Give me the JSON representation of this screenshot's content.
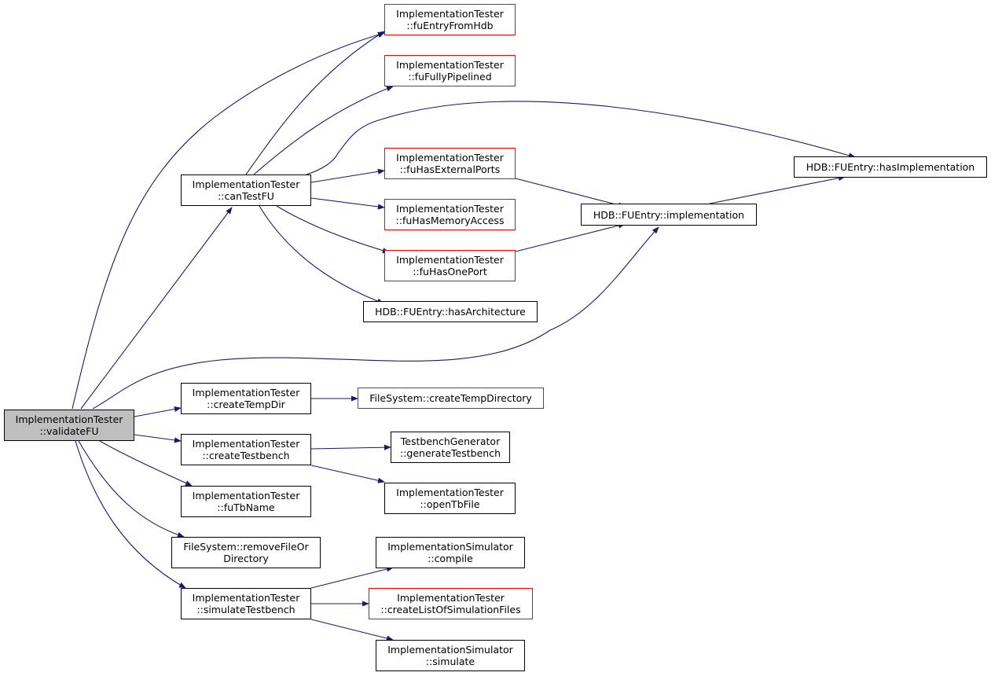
{
  "colors": {
    "edge": "#191970",
    "node_border": "#000000",
    "incomplete_border": "#ff0000",
    "root_fill": "#bfbfbf"
  },
  "nodes": {
    "validateFU": {
      "lines": [
        "ImplementationTester",
        "::validateFU"
      ],
      "style": "root"
    },
    "canTestFU": {
      "lines": [
        "ImplementationTester",
        "::canTestFU"
      ],
      "style": "normal"
    },
    "fuEntryFromHdb": {
      "lines": [
        "ImplementationTester",
        "::fuEntryFromHdb"
      ],
      "style": "red"
    },
    "fuFullyPipelined": {
      "lines": [
        "ImplementationTester",
        "::fuFullyPipelined"
      ],
      "style": "red"
    },
    "fuHasExternalPorts": {
      "lines": [
        "ImplementationTester",
        "::fuHasExternalPorts"
      ],
      "style": "red"
    },
    "fuHasMemoryAccess": {
      "lines": [
        "ImplementationTester",
        "::fuHasMemoryAccess"
      ],
      "style": "red"
    },
    "fuHasOnePort": {
      "lines": [
        "ImplementationTester",
        "::fuHasOnePort"
      ],
      "style": "red"
    },
    "hasArchitecture": {
      "lines": [
        "HDB::FUEntry::hasArchitecture"
      ],
      "style": "normal"
    },
    "hasImplementation": {
      "lines": [
        "HDB::FUEntry::hasImplementation"
      ],
      "style": "normal"
    },
    "implementation": {
      "lines": [
        "HDB::FUEntry::implementation"
      ],
      "style": "normal"
    },
    "createTempDir": {
      "lines": [
        "ImplementationTester",
        "::createTempDir"
      ],
      "style": "normal"
    },
    "createTempDirectory": {
      "lines": [
        "FileSystem::createTempDirectory"
      ],
      "style": "red"
    },
    "createTestbench": {
      "lines": [
        "ImplementationTester",
        "::createTestbench"
      ],
      "style": "normal"
    },
    "generateTestbench": {
      "lines": [
        "TestbenchGenerator",
        "::generateTestbench"
      ],
      "style": "normal"
    },
    "openTbFile": {
      "lines": [
        "ImplementationTester",
        "::openTbFile"
      ],
      "style": "normal"
    },
    "fuTbName": {
      "lines": [
        "ImplementationTester",
        "::fuTbName"
      ],
      "style": "normal"
    },
    "removeFileOrDirectory": {
      "lines": [
        "FileSystem::removeFileOr",
        "Directory"
      ],
      "style": "normal"
    },
    "simulateTestbench": {
      "lines": [
        "ImplementationTester",
        "::simulateTestbench"
      ],
      "style": "normal"
    },
    "compile": {
      "lines": [
        "ImplementationSimulator",
        "::compile"
      ],
      "style": "normal"
    },
    "createListOfSimulationFiles": {
      "lines": [
        "ImplementationTester",
        "::createListOfSimulationFiles"
      ],
      "style": "red"
    },
    "simulate": {
      "lines": [
        "ImplementationSimulator",
        "::simulate"
      ],
      "style": "normal"
    }
  },
  "edges": [
    [
      "validateFU",
      "fuEntryFromHdb"
    ],
    [
      "validateFU",
      "canTestFU"
    ],
    [
      "validateFU",
      "implementation"
    ],
    [
      "validateFU",
      "createTempDir"
    ],
    [
      "validateFU",
      "createTestbench"
    ],
    [
      "validateFU",
      "fuTbName"
    ],
    [
      "validateFU",
      "removeFileOrDirectory"
    ],
    [
      "validateFU",
      "simulateTestbench"
    ],
    [
      "canTestFU",
      "fuEntryFromHdb"
    ],
    [
      "canTestFU",
      "fuFullyPipelined"
    ],
    [
      "canTestFU",
      "hasImplementation"
    ],
    [
      "canTestFU",
      "fuHasExternalPorts"
    ],
    [
      "canTestFU",
      "fuHasMemoryAccess"
    ],
    [
      "canTestFU",
      "fuHasOnePort"
    ],
    [
      "canTestFU",
      "hasArchitecture"
    ],
    [
      "fuHasExternalPorts",
      "implementation"
    ],
    [
      "fuHasOnePort",
      "implementation"
    ],
    [
      "implementation",
      "hasImplementation"
    ],
    [
      "createTempDir",
      "createTempDirectory"
    ],
    [
      "createTestbench",
      "generateTestbench"
    ],
    [
      "createTestbench",
      "openTbFile"
    ],
    [
      "simulateTestbench",
      "compile"
    ],
    [
      "simulateTestbench",
      "createListOfSimulationFiles"
    ],
    [
      "simulateTestbench",
      "simulate"
    ]
  ]
}
